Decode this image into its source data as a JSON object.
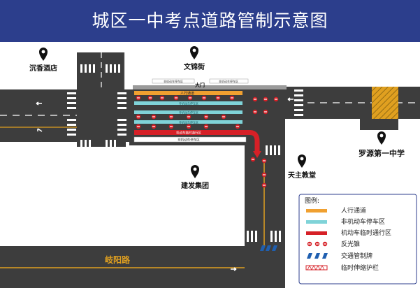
{
  "header": {
    "title": "城区一中考点道路管制示意图",
    "bg_color": "#2c3e8c"
  },
  "places": {
    "hotel": "沉香酒店",
    "street_top": "文锦街",
    "gate": "大门",
    "school": "罗源第一中学",
    "company": "建发集团",
    "church": "天主教堂",
    "road_bottom": "岐阳路"
  },
  "lane_labels": {
    "non_motor_top": "非机动车停车区",
    "non_motor_top_right": "非机动车停车区",
    "pedestrian": "人行通道",
    "non_motor_mid1": "非机动车停车区",
    "non_motor_mid2": "非机动车停车区",
    "non_motor_mid3": "非机动车停车区",
    "temp_lane": "机动车临时通行区",
    "non_motor_bottom": "非机动车停车区"
  },
  "legend": {
    "title": "图例:",
    "items": [
      {
        "label": "人行通道",
        "color": "#f0a030"
      },
      {
        "label": "非机动车停车区",
        "color": "#7fd3d8"
      },
      {
        "label": "机动车临时通行区",
        "color": "#d62027"
      },
      {
        "label": "反光锥",
        "color": "#d62027"
      },
      {
        "label": "交通管制牌",
        "color": "#1f5fb0"
      },
      {
        "label": "临时伸缩护栏",
        "color": "#d62027"
      }
    ]
  },
  "colors": {
    "road": "#3d3d3d",
    "marker": "#111111",
    "hatch": "#e0a020"
  }
}
